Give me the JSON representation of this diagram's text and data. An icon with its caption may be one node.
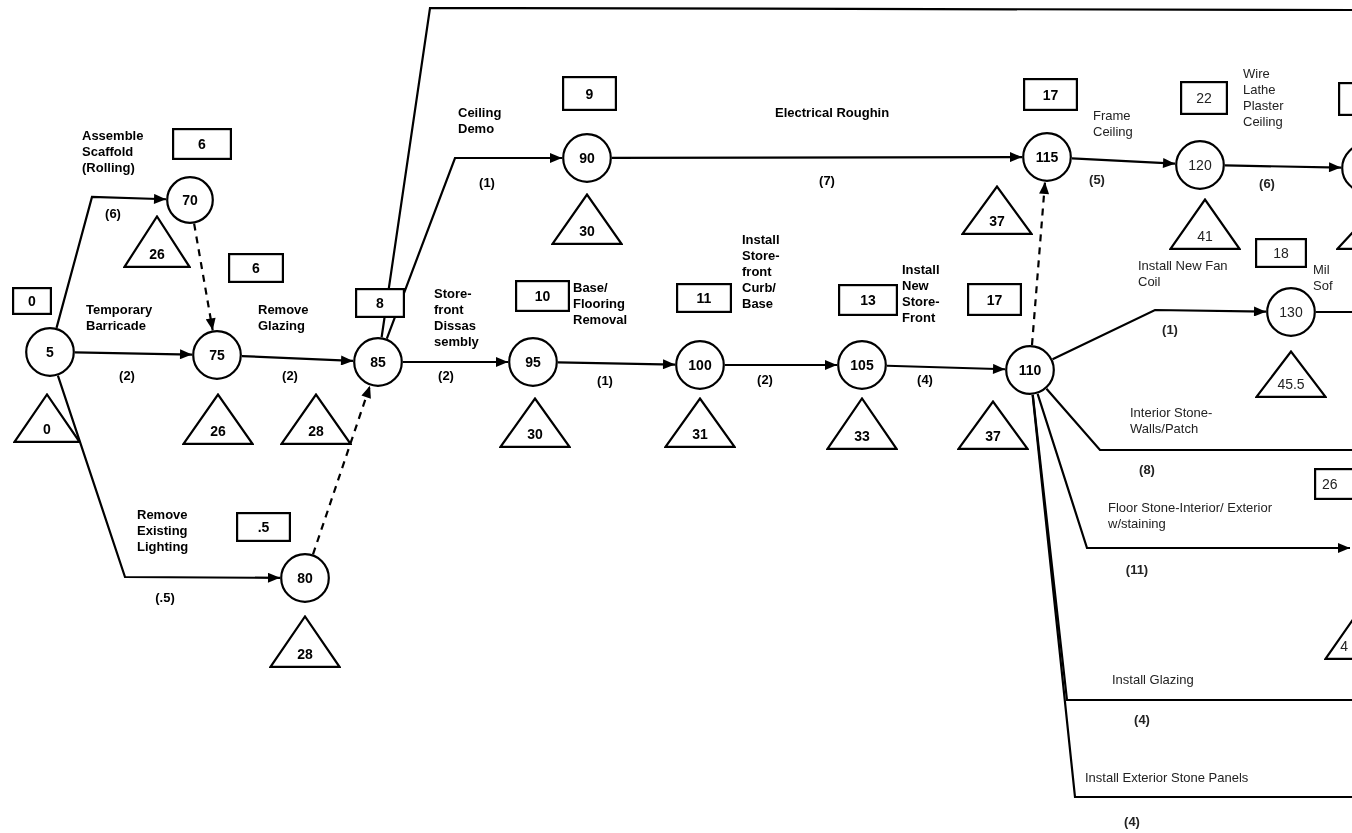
{
  "diagram": {
    "nodes": [
      {
        "text": [
          "5"
        ]
      },
      {
        "text": [
          "0"
        ]
      },
      {
        "text": [
          "0"
        ]
      },
      {
        "text": [
          "70"
        ]
      },
      {
        "text": [
          "6"
        ]
      },
      {
        "text": [
          "26"
        ]
      },
      {
        "text": [
          "75"
        ]
      },
      {
        "text": [
          "6"
        ]
      },
      {
        "text": [
          "26"
        ]
      },
      {
        "text": [
          "80"
        ]
      },
      {
        "text": [
          ".5"
        ]
      },
      {
        "text": [
          "28"
        ]
      },
      {
        "text": [
          "85"
        ]
      },
      {
        "text": [
          "8"
        ]
      },
      {
        "text": [
          "28"
        ]
      },
      {
        "text": [
          "90"
        ]
      },
      {
        "text": [
          "9"
        ]
      },
      {
        "text": [
          "30"
        ]
      },
      {
        "text": [
          "95"
        ]
      },
      {
        "text": [
          "10"
        ]
      },
      {
        "text": [
          "30"
        ]
      },
      {
        "text": [
          "100"
        ]
      },
      {
        "text": [
          "11"
        ]
      },
      {
        "text": [
          "31"
        ]
      },
      {
        "text": [
          "105"
        ]
      },
      {
        "text": [
          "13"
        ]
      },
      {
        "text": [
          "33"
        ]
      },
      {
        "text": [
          "110"
        ]
      },
      {
        "text": [
          "17"
        ]
      },
      {
        "text": [
          "37"
        ]
      },
      {
        "text": [
          "115"
        ]
      },
      {
        "text": [
          "17"
        ]
      },
      {
        "text": [
          "37"
        ]
      },
      {
        "text": [
          "120"
        ]
      },
      {
        "text": [
          "22"
        ]
      },
      {
        "text": [
          "41"
        ]
      },
      {
        "text": [
          "130"
        ]
      },
      {
        "text": [
          "18"
        ]
      },
      {
        "text": [
          "45.5"
        ]
      },
      {
        "text": [],
        "shape": "circle"
      },
      {
        "text": [],
        "shape": "box"
      },
      {
        "text": [],
        "shape": "triangle"
      },
      {
        "text": [
          "26"
        ]
      },
      {
        "text": [
          "4"
        ]
      }
    ],
    "edges": [
      {
        "from": 0,
        "to": 3,
        "arrow": "to",
        "label": "Assemble Scaffold (Rolling)"
      },
      {
        "from": 0,
        "to": 6,
        "arrow": "to",
        "label": "Temporary Barricade"
      },
      {
        "from": 0,
        "to": 9,
        "arrow": "to",
        "label": "Remove Existing Lighting"
      },
      {
        "from": 3,
        "to": 6,
        "arrow": "to",
        "style": "dashed"
      },
      {
        "from": 6,
        "to": 12,
        "arrow": "to",
        "label": "Remove Glazing"
      },
      {
        "from": 9,
        "to": 12,
        "arrow": "to",
        "style": "dashed"
      },
      {
        "from": 12,
        "to": null,
        "arrow": "none"
      },
      {
        "from": 12,
        "to": 15,
        "arrow": "to",
        "label": "Ceiling Demo"
      },
      {
        "from": 12,
        "to": 18,
        "arrow": "to",
        "label": "Store- front Dissas sembly"
      },
      {
        "from": 15,
        "to": 30,
        "arrow": "to",
        "label": "Electrical Roughin"
      },
      {
        "from": 18,
        "to": 21,
        "arrow": "to",
        "label": "Base/ Flooring Removal"
      },
      {
        "from": 21,
        "to": 24,
        "arrow": "to",
        "label": "Install Store- front Curb/ Base"
      },
      {
        "from": 24,
        "to": 27,
        "arrow": "to",
        "label": "Install New Store- Front"
      },
      {
        "from": 27,
        "to": 30,
        "arrow": "to",
        "style": "dashed"
      },
      {
        "from": 30,
        "to": 33,
        "arrow": "to",
        "label": "Frame Ceiling"
      },
      {
        "from": 33,
        "to": 39,
        "arrow": "to",
        "label": "Wire Lathe Plaster Ceiling"
      },
      {
        "from": 27,
        "to": 36,
        "arrow": "to",
        "label": "Install New Fan Coil"
      },
      {
        "from": 36,
        "to": null,
        "arrow": "none",
        "label": "Mil Sof"
      },
      {
        "from": 27,
        "to": null,
        "arrow": "none",
        "label": "Interior Stone- Walls/Patch"
      },
      {
        "from": 27,
        "to": null,
        "arrow": "to",
        "label": "Floor Stone-Interior/ Exterior w/staining"
      },
      {
        "from": 27,
        "to": null,
        "arrow": "none",
        "label": "Install Glazing"
      },
      {
        "from": 27,
        "to": null,
        "arrow": "none",
        "label": "Install Exterior Stone Panels"
      }
    ],
    "labels": [
      "(6)",
      "(2)",
      "(.5)",
      "(2)",
      "(1)",
      "(2)",
      "(1)",
      "(2)",
      "(4)",
      "(7)",
      "(5)",
      "(6)",
      "(1)",
      "(8)",
      "(11)",
      "(4)",
      "(4)"
    ]
  }
}
